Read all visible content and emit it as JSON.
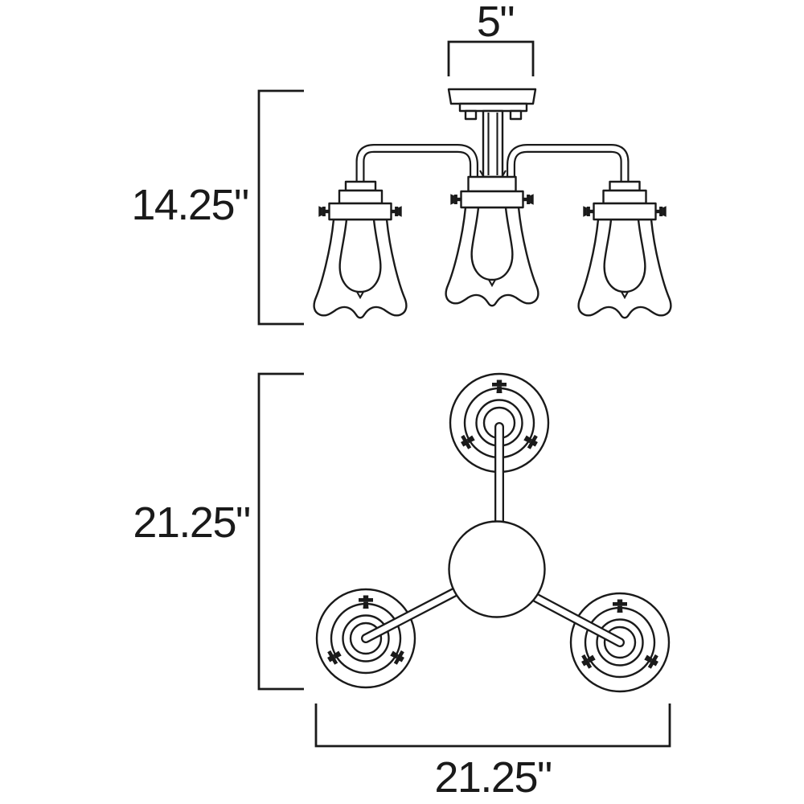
{
  "diagram": {
    "dimensions": {
      "canopy_width": "5\"",
      "fixture_height": "14.25\"",
      "plan_depth": "21.25\"",
      "plan_width": "21.25\""
    },
    "colors": {
      "line": "#1a1a1a",
      "background": "#ffffff"
    }
  }
}
